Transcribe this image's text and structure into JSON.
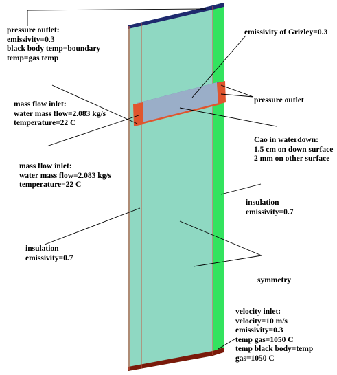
{
  "labels": {
    "pressure_outlet_top": {
      "lines": [
        "pressure outlet:",
        "emissivity=0.3",
        "black body temp=boundary",
        "temp=gas temp"
      ]
    },
    "emissivity_grizley": {
      "lines": [
        "emissivity of Grizley=0.3"
      ]
    },
    "pressure_outlet_right": {
      "lines": [
        "pressure outlet"
      ]
    },
    "mass_flow_inlet_1": {
      "lines": [
        "mass flow inlet:",
        "water mass flow=2.083 kg/s",
        "temperature=22 C"
      ]
    },
    "cao_waterdown": {
      "lines": [
        "Cao in waterdown:",
        "1.5 cm on down surface",
        "2 mm on other surface"
      ]
    },
    "mass_flow_inlet_2": {
      "lines": [
        "mass flow inlet:",
        "water mass flow=2.083 kg/s",
        "temperature=22 C"
      ]
    },
    "insulation_right": {
      "lines": [
        "insulation",
        "emissivity=0.7"
      ]
    },
    "insulation_left": {
      "lines": [
        "insulation",
        "emissivity=0.7"
      ]
    },
    "symmetry": {
      "lines": [
        "symmetry"
      ]
    },
    "velocity_inlet": {
      "lines": [
        "velocity inlet:",
        "velocity=10 m/s",
        "emissivity=0.3",
        "temp gas=1050 C",
        "temp black body=temp",
        "gas=1050 C"
      ]
    }
  },
  "colors": {
    "wall_face": "#8fd8c2",
    "side_face": "#33e35f",
    "top_cap": "#1f2a6e",
    "bottom_cap": "#7a1a0a",
    "edge_line": "#c45a44",
    "grizley_top": "#5a68a8",
    "grizley_face": "#9aaec8",
    "grizley_inlet": "#e0552e",
    "leader_line": "#000000"
  }
}
